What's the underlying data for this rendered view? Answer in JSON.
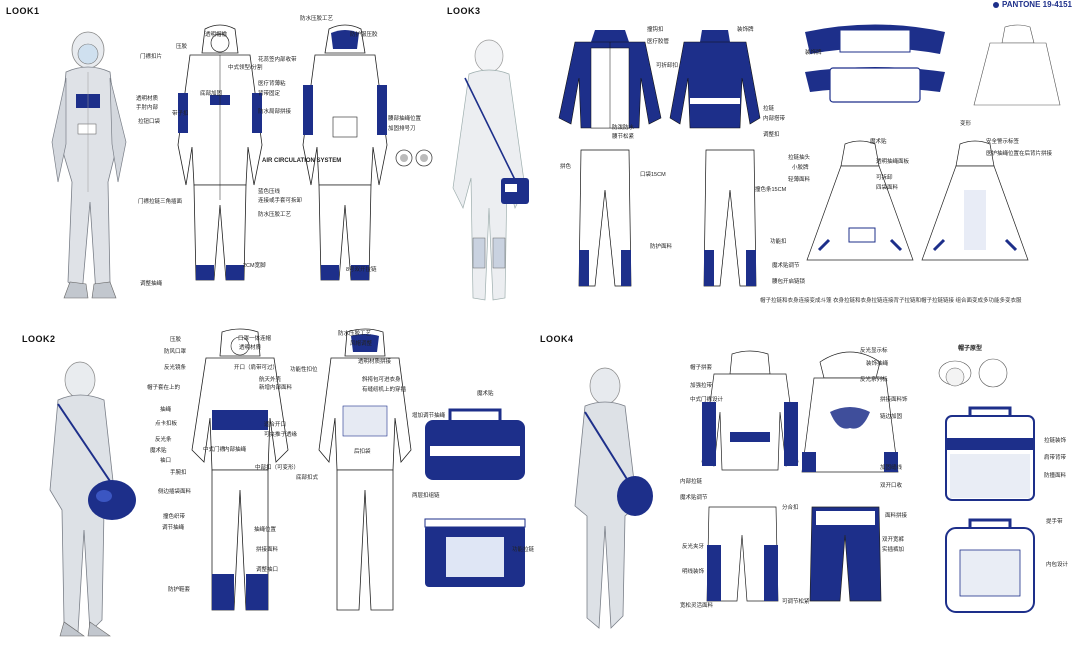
{
  "pantone_label": "PANTONE 19-4151",
  "colors": {
    "brand_blue": "#1d2f8a",
    "accent_red": "#d22222",
    "suit_silver": "#d6dae0"
  },
  "looks": [
    {
      "title": "LOOK1",
      "annotations": [
        "透明帽檐",
        "压胶",
        "防水压胶工艺",
        "门襟扣片",
        "中式领型/分割",
        "花蕊签内部收带",
        "防护服压胶",
        "透明材质",
        "手肘内部",
        "底部加固",
        "医疗背薄粘",
        "背带固定",
        "带子扣",
        "拉钮口袋",
        "防水局部拼接",
        "腰部抽绳位置",
        "加固排号刀",
        "AIR CIRCULATION SYSTEM",
        "蓝色压线",
        "门襟拉链三角插面",
        "连接或手套可拆卸",
        "防水压胶工艺",
        "2CM宽脚",
        "8号双开拉链",
        "调整抽绳"
      ]
    },
    {
      "title": "LOOK3",
      "annotations": [
        "撞钩扣",
        "装饰牌",
        "医疗胶管",
        "可折卸扣",
        "拉链",
        "内部搭带",
        "调整扣",
        "防泼防水",
        "腰节松紧",
        "拼色",
        "口袋15CM",
        "撞色条15CM",
        "防护面料",
        "装饰牌",
        "魔术贴",
        "拉链抽头",
        "小胶牌",
        "轻薄面料",
        "透明抽绳面板",
        "可拆卸",
        "四袋面料",
        "功能扣",
        "变形",
        "安全警示标签",
        "医护抽绳位置在后背片拼接",
        "魔术贴调节",
        "腰包开启链锁"
      ],
      "bottom_note": "帽子拉链和衣身连接变成斗篷 衣身拉链和衣身拉链连接背子拉链和帽子拉链链接 组合面变成多功能多变衣服"
    },
    {
      "title": "LOOK2",
      "annotations": [
        "压胶",
        "防风口罩",
        "反光镜条",
        "帽子套在上的",
        "抽绳",
        "点卡扣板",
        "反光条",
        "魔术贴",
        "袖口",
        "手腕扣",
        "侧边插袋面料",
        "撞色织带",
        "调节抽绳",
        "防护鞋套",
        "口罩一体连帽",
        "透明材质",
        "开口（肩带可过）",
        "航天外壳",
        "新增内部面料",
        "适合开口",
        "可夹推子透缘",
        "中式门襟",
        "内部抽绳",
        "中部扣（可变形）",
        "防水压胶工艺",
        "风帽调整",
        "透明材质拼接",
        "功能性扣位",
        "斜挎包可进衣身",
        "有缝纫机上的穿插",
        "后扣袋",
        "底部扣式",
        "抽绳位置",
        "拼接面料",
        "调整袖口",
        "魔术贴",
        "增加调节抽绳",
        "两层扣组链",
        "功能拉链"
      ]
    },
    {
      "title": "LOOK4",
      "annotations": [
        "帽子拼套",
        "加强拉带",
        "中式门襟设计",
        "内部拉链",
        "魔术贴调节",
        "反光夹牙",
        "明线装饰",
        "宽松灵活面料",
        "反光显示标",
        "装饰抽绳",
        "拼接面料饰",
        "链边加固",
        "帽子原型",
        "加固缝线",
        "双开口收",
        "面料拼接",
        "拉链装饰",
        "肩带背带",
        "防撞面料",
        "提手带",
        "内包设计",
        "分合扣",
        "双开宽裤",
        "实插裤加",
        "可调节松紧",
        "反光系列标"
      ],
      "hat_label": "帽子原型"
    }
  ]
}
